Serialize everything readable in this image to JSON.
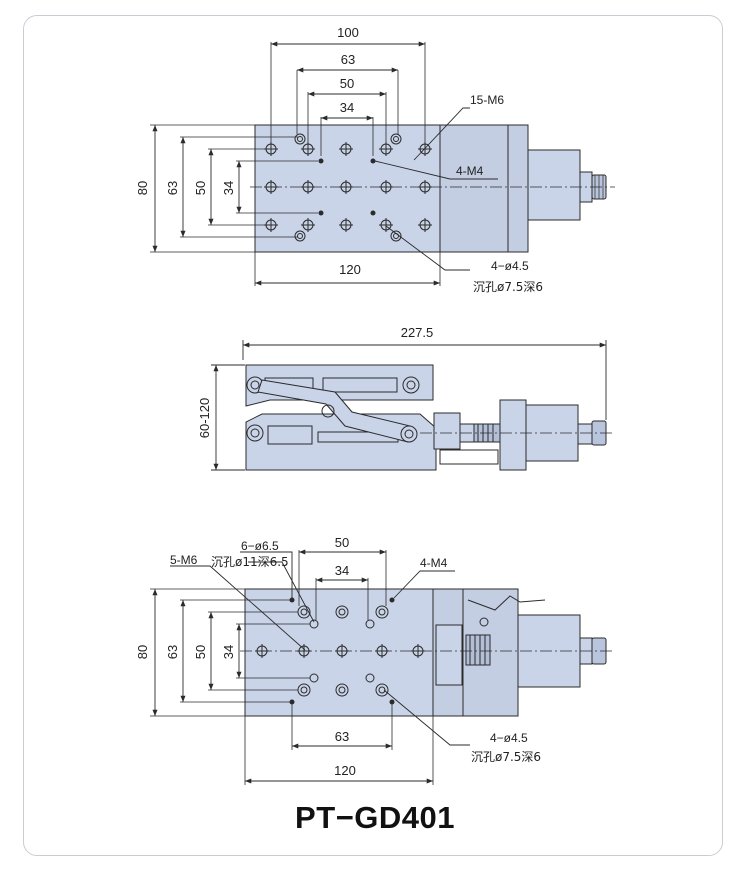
{
  "model": "PT−GD401",
  "top_view": {
    "dims": {
      "w100": "100",
      "w63": "63",
      "w50": "50",
      "w34": "34",
      "h80": "80",
      "h63": "63",
      "h50": "50",
      "h34": "34",
      "w120": "120"
    },
    "callout_m6": "15-M6",
    "callout_m4": "4-M4",
    "callout_hole": "4−ø4.5",
    "callout_counterbore": "沉孔ø7.5深6"
  },
  "side_view": {
    "dim_length": "227.5",
    "dim_height": "60-120"
  },
  "bottom_view": {
    "dims": {
      "w50": "50",
      "w34": "34",
      "h80": "80",
      "h63": "63",
      "h50": "50",
      "h34": "34",
      "w63": "63",
      "w120": "120"
    },
    "callout_m6": "5-M6",
    "callout_hole65": "6−ø6.5",
    "callout_counterbore11": "沉孔ø11深6.5",
    "callout_m4": "4-M4",
    "callout_hole": "4−ø4.5",
    "callout_counterbore": "沉孔ø7.5深6"
  },
  "colors": {
    "body_fill": "#c9d4e8",
    "line": "#2b2b2b",
    "card_border": "#c9cdd3"
  }
}
